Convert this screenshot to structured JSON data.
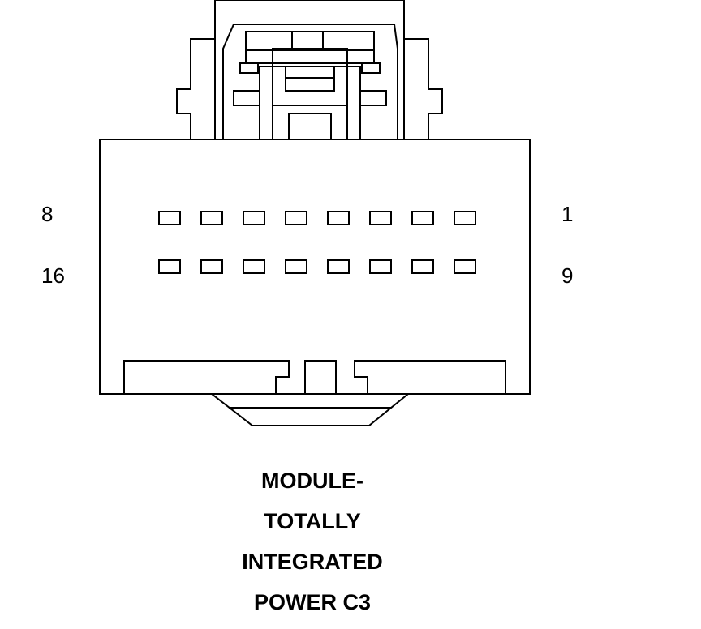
{
  "connector": {
    "pin_labels": {
      "top_left": "8",
      "top_right": "1",
      "bottom_left": "16",
      "bottom_right": "9"
    },
    "rows": [
      {
        "first_pin": 1,
        "last_pin": 8,
        "count": 8
      },
      {
        "first_pin": 9,
        "last_pin": 16,
        "count": 8
      }
    ],
    "line_color": "#000000",
    "background_color": "#ffffff"
  },
  "caption": {
    "lines": [
      "MODULE-",
      "TOTALLY",
      "INTEGRATED",
      "POWER C3"
    ]
  }
}
